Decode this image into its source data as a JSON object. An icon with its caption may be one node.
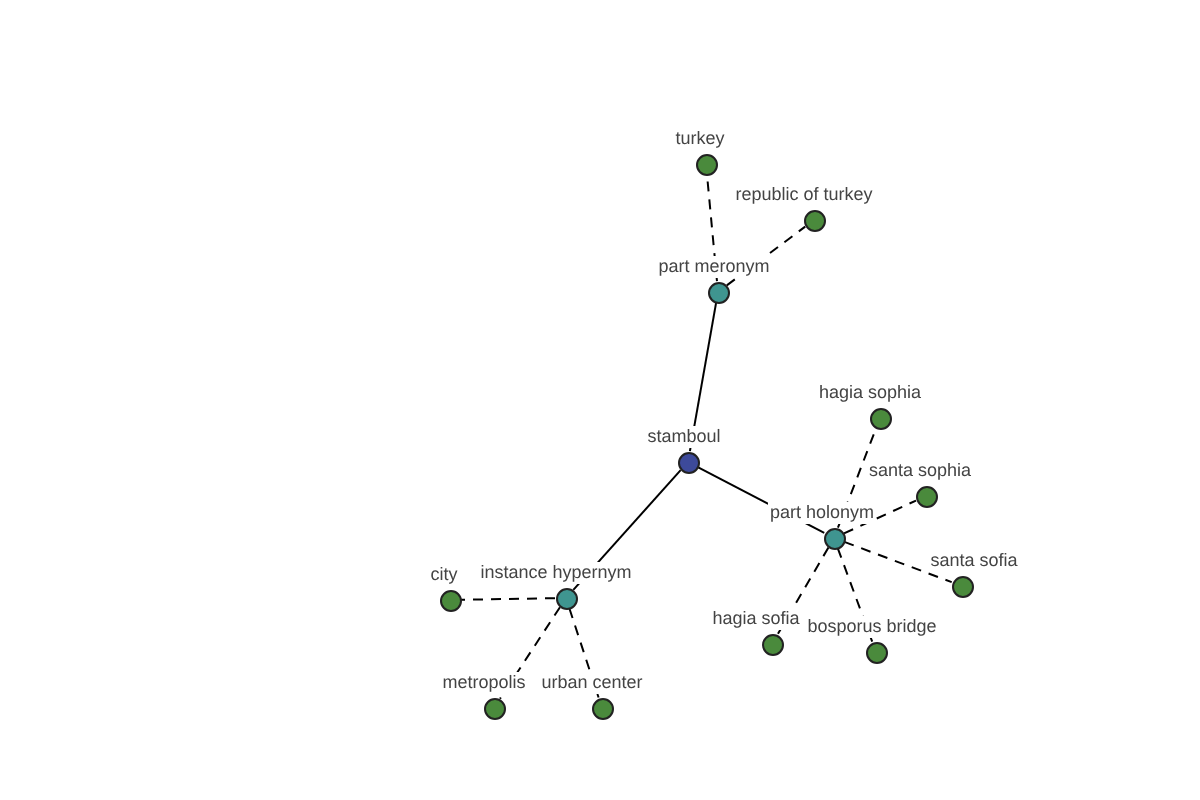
{
  "diagram": {
    "nodes": [
      {
        "text": [
          "turkey"
        ]
      },
      {
        "text": [
          "republic of turkey"
        ]
      },
      {
        "text": [
          "part meronym"
        ]
      },
      {
        "text": [
          "hagia sophia"
        ]
      },
      {
        "text": [
          "stamboul"
        ]
      },
      {
        "text": [
          "santa sophia"
        ]
      },
      {
        "text": [
          "part holonym"
        ]
      },
      {
        "text": [
          "santa sofia"
        ]
      },
      {
        "text": [
          "city"
        ]
      },
      {
        "text": [
          "instance hypernym"
        ]
      },
      {
        "text": [
          "hagia sofia"
        ]
      },
      {
        "text": [
          "bosporus bridge"
        ]
      },
      {
        "text": [
          "metropolis"
        ]
      },
      {
        "text": [
          "urban center"
        ]
      }
    ],
    "edges": [
      {
        "from": 4,
        "to": 2,
        "arrow": "none"
      },
      {
        "from": 4,
        "to": 6,
        "arrow": "none"
      },
      {
        "from": 4,
        "to": 9,
        "arrow": "none"
      },
      {
        "from": 2,
        "to": 0,
        "arrow": "none",
        "style": "dashed"
      },
      {
        "from": 2,
        "to": 1,
        "arrow": "none",
        "style": "dashed"
      },
      {
        "from": 6,
        "to": 3,
        "arrow": "none",
        "style": "dashed"
      },
      {
        "from": 6,
        "to": 5,
        "arrow": "none",
        "style": "dashed"
      },
      {
        "from": 6,
        "to": 7,
        "arrow": "none",
        "style": "dashed"
      },
      {
        "from": 6,
        "to": 10,
        "arrow": "none",
        "style": "dashed"
      },
      {
        "from": 6,
        "to": 11,
        "arrow": "none",
        "style": "dashed"
      },
      {
        "from": 9,
        "to": 8,
        "arrow": "none",
        "style": "dashed"
      },
      {
        "from": 9,
        "to": 12,
        "arrow": "none",
        "style": "dashed"
      },
      {
        "from": 9,
        "to": 13,
        "arrow": "none",
        "style": "dashed"
      }
    ]
  }
}
